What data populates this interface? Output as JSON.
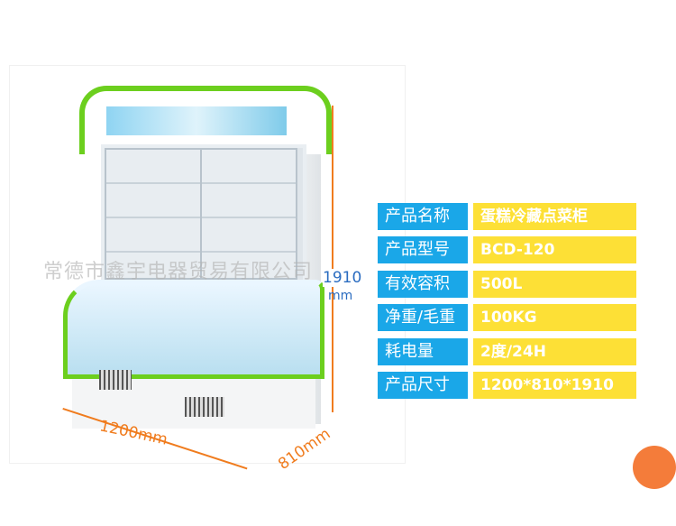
{
  "dimensions": {
    "height": "1910",
    "height_unit": "mm",
    "width": "1200mm",
    "depth": "810mm"
  },
  "watermark": "常德市鑫宇电器贸易有限公司",
  "specs": [
    {
      "label": "产品名称",
      "value": "蛋糕冷藏点菜柜"
    },
    {
      "label": "产品型号",
      "value": "BCD-120"
    },
    {
      "label": "有效容积",
      "value": "500L"
    },
    {
      "label": "净重/毛重",
      "value": "100KG"
    },
    {
      "label": "耗电量",
      "value": "2度/24H"
    },
    {
      "label": "产品尺寸",
      "value": "1200*810*1910"
    }
  ],
  "colors": {
    "label_bg": "#1aa7e8",
    "value_bg": "#fde036",
    "accent": "#f07c1e",
    "trim": "#6ccf1e"
  }
}
